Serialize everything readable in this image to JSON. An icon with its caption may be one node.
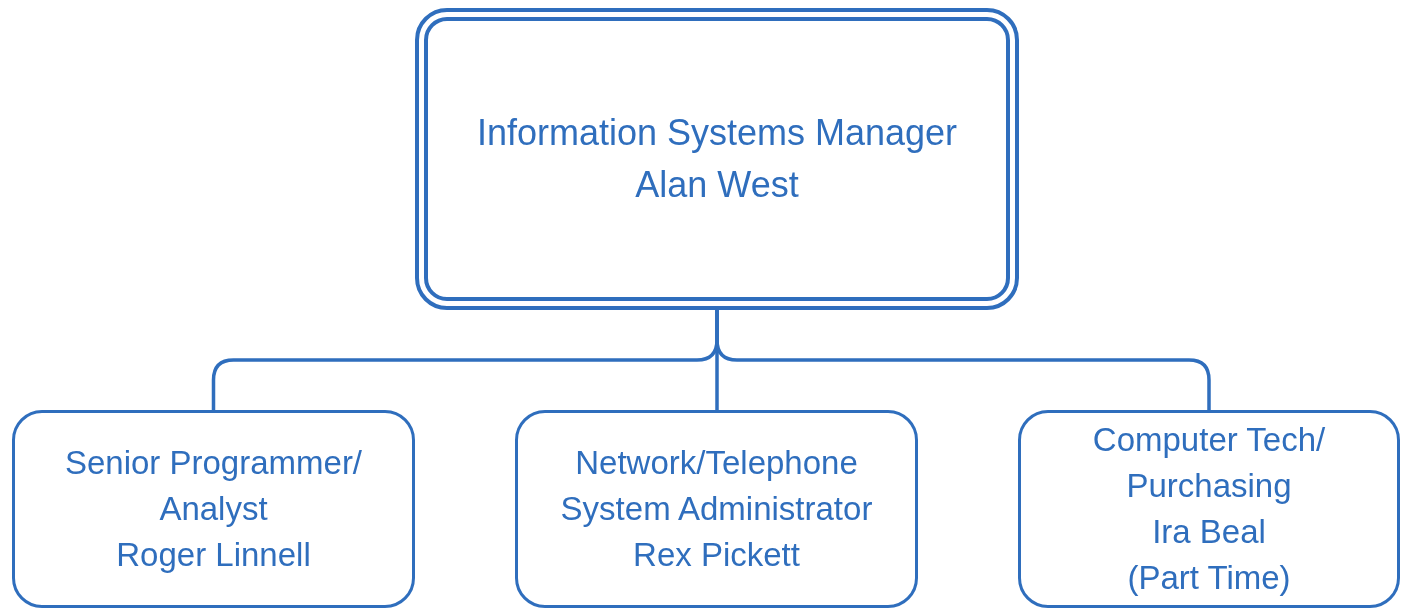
{
  "diagram": {
    "nodes": [
      {
        "text": [
          "Information Systems Manager",
          "Alan West"
        ]
      },
      {
        "text": [
          "Senior Programmer/ Analyst",
          "Roger Linnell"
        ]
      },
      {
        "text": [
          "Network/Telephone System Administrator",
          "Rex Pickett"
        ]
      },
      {
        "text": [
          "Computer Tech/ Purchasing",
          "Ira Beal",
          "(Part Time)"
        ]
      }
    ],
    "edges": [
      {
        "from": 0,
        "to": 1,
        "arrow": "none"
      },
      {
        "from": 0,
        "to": 2,
        "arrow": "none"
      },
      {
        "from": 0,
        "to": 3,
        "arrow": "none"
      }
    ]
  }
}
